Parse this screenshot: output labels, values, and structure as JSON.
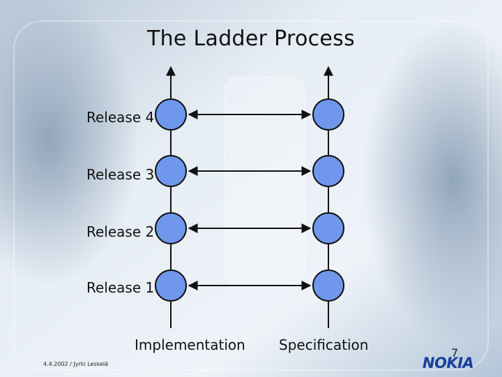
{
  "title": "The Ladder Process",
  "releases": [
    "Release 4",
    "Release 3",
    "Release 2",
    "Release 1"
  ],
  "columns": {
    "left": "Implementation",
    "right": "Specification"
  },
  "footer": {
    "date_author": "4.4.2002 / Jyrki Leskelä",
    "page_number": "7",
    "logo_text": "NOKIA"
  },
  "colors": {
    "node_fill": "#6f97ec",
    "node_stroke": "#101010",
    "line": "#101010",
    "logo": "#1a3f9c"
  }
}
